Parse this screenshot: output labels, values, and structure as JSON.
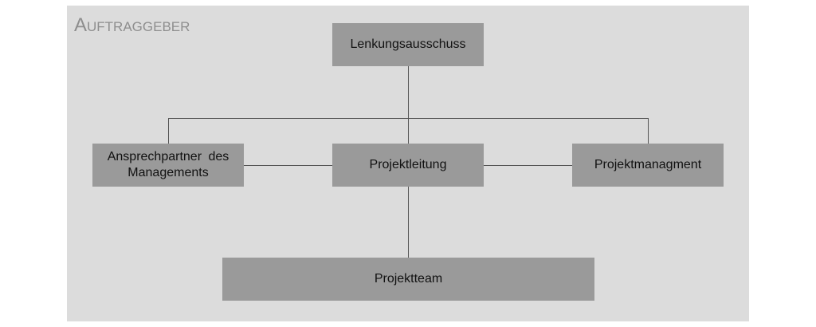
{
  "title": "Auftraggeber",
  "nodes": {
    "lenkung": "Lenkungsausschuss",
    "ansprech": "Ansprechpartner des Managements",
    "leitung": "Projektleitung",
    "management": "Projektmanagment",
    "team": "Projektteam"
  }
}
